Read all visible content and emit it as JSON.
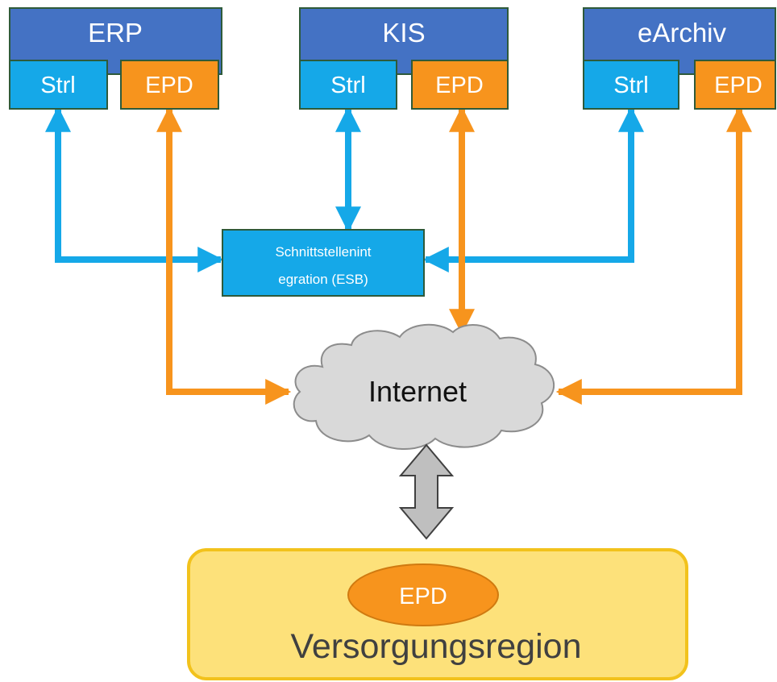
{
  "systems": [
    {
      "name": "ERP",
      "strl": "Strl",
      "epd": "EPD"
    },
    {
      "name": "KIS",
      "strl": "Strl",
      "epd": "EPD"
    },
    {
      "name": "eArchiv",
      "strl": "Strl",
      "epd": "EPD"
    }
  ],
  "esb": {
    "line1": "Schnittstellenint",
    "line2": "egration (ESB)"
  },
  "cloud": {
    "label": "Internet"
  },
  "region": {
    "epd": "EPD",
    "label": "Versorgungsregion"
  },
  "colors": {
    "system_blue": "#4472c4",
    "strl_cyan": "#15a8e8",
    "epd_orange": "#f7941d",
    "border_green": "#2e5a3a",
    "cloud_gray": "#d9d9d9",
    "region_yellow": "#fde17a",
    "region_border": "#f2c21c"
  }
}
